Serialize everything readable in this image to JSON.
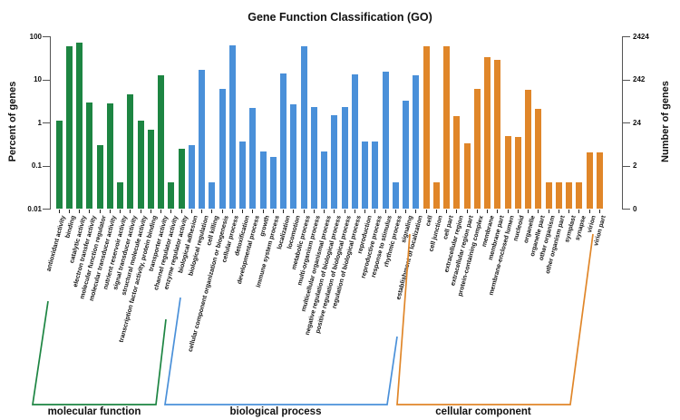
{
  "title": "Gene Function Classification (GO)",
  "chart_data": {
    "type": "bar",
    "title": "Gene Function Classification (GO)",
    "y_axis_left": {
      "label": "Percent of genes",
      "scale": "log",
      "ticks": [
        "100",
        "10",
        "1",
        "0.1",
        "0.01"
      ],
      "range": [
        0.01,
        100
      ]
    },
    "y_axis_right": {
      "label": "Number of genes",
      "scale": "log",
      "ticks": [
        "2424",
        "242",
        "24",
        "2",
        "0"
      ]
    },
    "grid": "off",
    "legend": "none",
    "groups": [
      {
        "name": "molecular function",
        "color": "#1d8542",
        "items": [
          {
            "label": "antioxidant activity",
            "percent": 1.1
          },
          {
            "label": "binding",
            "percent": 60
          },
          {
            "label": "catalytic activity",
            "percent": 70
          },
          {
            "label": "electron transfer activity",
            "percent": 2.9
          },
          {
            "label": "molecular function regulator",
            "percent": 0.3
          },
          {
            "label": "molecular transducer activity",
            "percent": 2.8
          },
          {
            "label": "nutrient reservoir activity",
            "percent": 0.04
          },
          {
            "label": "signal transducer activity",
            "percent": 4.5
          },
          {
            "label": "structural molecule activity",
            "percent": 1.1
          },
          {
            "label": "transcription factor activity, protein binding",
            "percent": 0.67
          },
          {
            "label": "transporter activity",
            "percent": 12.5
          },
          {
            "label": "channel regulator activity",
            "percent": 0.04
          },
          {
            "label": "enzyme regulator activity",
            "percent": 0.25
          }
        ]
      },
      {
        "name": "biological process",
        "color": "#4a90d9",
        "items": [
          {
            "label": "biological adhesion",
            "percent": 0.3
          },
          {
            "label": "biological regulation",
            "percent": 17
          },
          {
            "label": "cell killing",
            "percent": 0.04
          },
          {
            "label": "cellular component organization or biogenesis",
            "percent": 5.9
          },
          {
            "label": "cellular process",
            "percent": 62
          },
          {
            "label": "detoxification",
            "percent": 0.37
          },
          {
            "label": "developmental process",
            "percent": 2.2
          },
          {
            "label": "growth",
            "percent": 0.21
          },
          {
            "label": "immune system process",
            "percent": 0.16
          },
          {
            "label": "localization",
            "percent": 13.5
          },
          {
            "label": "locomotion",
            "percent": 2.6
          },
          {
            "label": "metabolic process",
            "percent": 60
          },
          {
            "label": "multi-organism process",
            "percent": 2.3
          },
          {
            "label": "multicellular organismal process",
            "percent": 0.21
          },
          {
            "label": "negative regulation of biological process",
            "percent": 1.5
          },
          {
            "label": "positive regulation of biological process",
            "percent": 2.3
          },
          {
            "label": "regulation of biological process",
            "percent": 13
          },
          {
            "label": "reproduction",
            "percent": 0.37
          },
          {
            "label": "reproductive process",
            "percent": 0.37
          },
          {
            "label": "response to stimulus",
            "percent": 15
          },
          {
            "label": "rhythmic process",
            "percent": 0.04
          },
          {
            "label": "signaling",
            "percent": 3.2
          },
          {
            "label": "establishment of localization",
            "percent": 12.7
          }
        ]
      },
      {
        "name": "cellular component",
        "color": "#e08629",
        "items": [
          {
            "label": "cell",
            "percent": 58
          },
          {
            "label": "cell junction",
            "percent": 0.04
          },
          {
            "label": "cell part",
            "percent": 58
          },
          {
            "label": "extracellular region",
            "percent": 1.4
          },
          {
            "label": "extracellular region part",
            "percent": 0.33
          },
          {
            "label": "protein-containing complex",
            "percent": 6.1
          },
          {
            "label": "membrane",
            "percent": 33
          },
          {
            "label": "membrane part",
            "percent": 29
          },
          {
            "label": "membrane-enclosed lumen",
            "percent": 0.48
          },
          {
            "label": "nucleoid",
            "percent": 0.45
          },
          {
            "label": "organelle",
            "percent": 5.6
          },
          {
            "label": "organelle part",
            "percent": 2.1
          },
          {
            "label": "other organism",
            "percent": 0.04
          },
          {
            "label": "other organism part",
            "percent": 0.04
          },
          {
            "label": "symplast",
            "percent": 0.04
          },
          {
            "label": "synapse",
            "percent": 0.04
          },
          {
            "label": "virion",
            "percent": 0.2
          },
          {
            "label": "virion part",
            "percent": 0.2
          }
        ]
      }
    ]
  }
}
